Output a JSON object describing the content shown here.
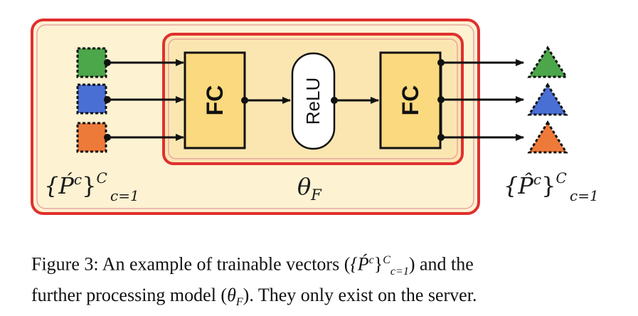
{
  "diagram": {
    "fc_left_label": "FC",
    "fc_right_label": "FC",
    "relu_label": "ReLU",
    "input_set": {
      "base": "{Ṕ",
      "sup_c": "c",
      "close": "}",
      "sup_C": "C",
      "sub": "c=1"
    },
    "output_set": {
      "base": "{P̂",
      "sup_c": "c",
      "close": "}",
      "sup_C": "C",
      "sub": "c=1"
    },
    "theta": {
      "base": "θ",
      "sub": "F"
    },
    "colors": {
      "outer_border": "#e0302f",
      "outer_fill": "#fdf2d2",
      "inner_fill": "#fbe6b2",
      "fc_fill": "#fbd97e",
      "green": "#4ca64a",
      "blue": "#4a6fd4",
      "orange": "#ee7a3a"
    }
  },
  "caption": {
    "line1_prefix": "Figure 3: An example of trainable vectors (",
    "set_base": "{Ṕ",
    "set_sup_c": "c",
    "set_close": "}",
    "set_sup_C": "C",
    "set_sub": "c=1",
    "line1_suffix": ") and the",
    "line2_prefix": "further processing model (",
    "theta_base": "θ",
    "theta_sub": "F",
    "line2_suffix": "). They only exist on the server."
  }
}
